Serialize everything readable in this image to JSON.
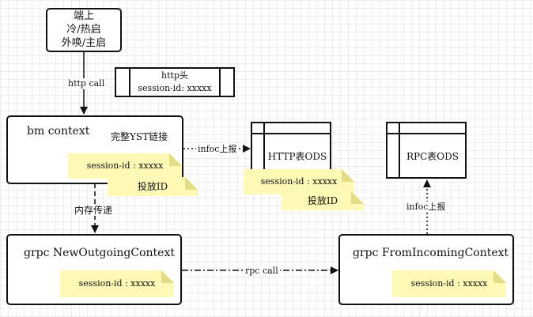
{
  "client_box": {
    "line1": "端上",
    "line2": "冷/热启",
    "line3": "外唤/主启"
  },
  "http_header": {
    "title": "http头",
    "field": "session-id: xxxxx"
  },
  "http_call_label": "http call",
  "bm_context": {
    "title": "bm context",
    "sub": "完整YST链接"
  },
  "bm_note_session": "session-id : xxxxx",
  "bm_note_id": "投放ID",
  "infoc_left_label": "infoc上报",
  "http_ods": {
    "title": "HTTP表ODS"
  },
  "http_ods_note_session": "session-id : xxxxx",
  "http_ods_note_id": "投放ID",
  "rpc_ods": {
    "title": "RPC表ODS"
  },
  "memory_pass_label": "内存传递",
  "infoc_right_label": "infoc上报",
  "grpc_out": {
    "title": "grpc NewOutgoingContext",
    "note": "session-id : xxxxx"
  },
  "rpc_call_label": "rpc call",
  "grpc_in": {
    "title": "grpc FromIncomingContext",
    "note": "session-id : xxxxx"
  },
  "colors": {
    "note_fill": "#fef9b4",
    "note_fold": "#e2dc84",
    "stroke": "#111111",
    "grid": "#ececec"
  }
}
